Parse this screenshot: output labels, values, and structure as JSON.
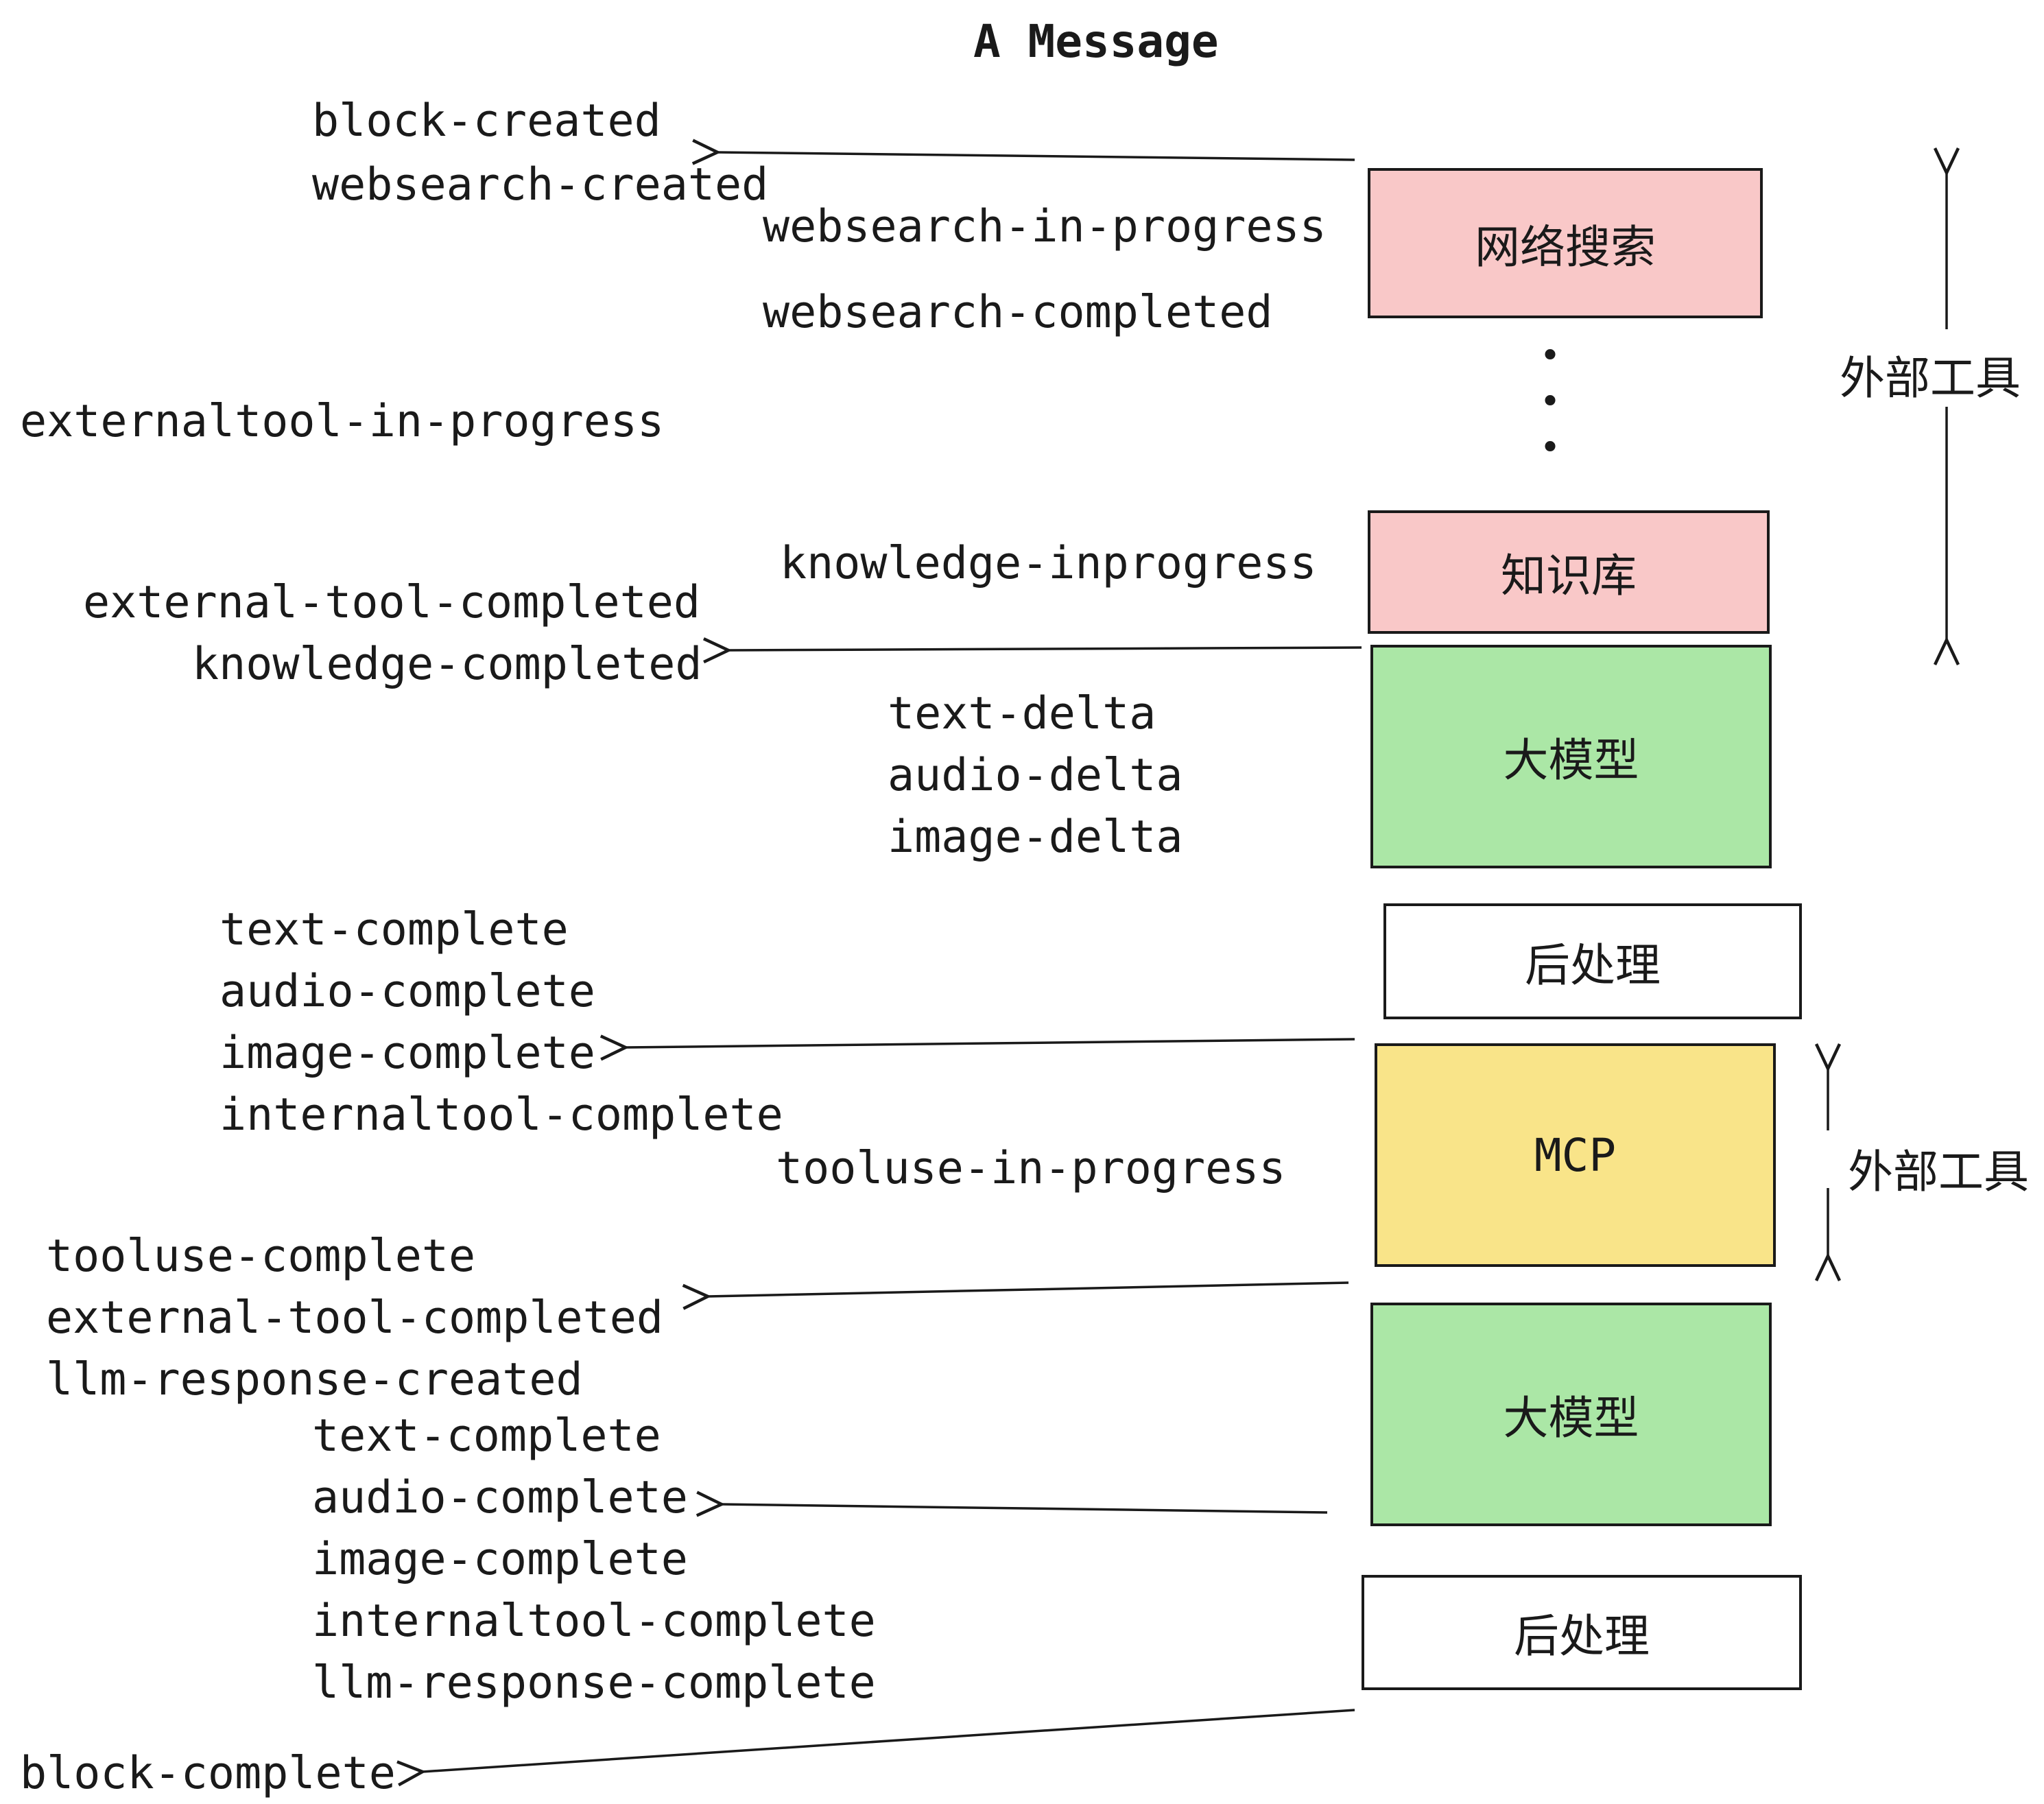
{
  "title": "A Message",
  "events": [
    "block-created",
    "websearch-created",
    "websearch-in-progress",
    "websearch-completed",
    "externaltool-in-progress",
    "knowledge-inprogress",
    "external-tool-completed",
    "knowledge-completed",
    "text-delta",
    "audio-delta",
    "image-delta",
    "text-complete",
    "audio-complete",
    "image-complete",
    "internaltool-complete",
    "tooluse-in-progress",
    "tooluse-complete",
    "external-tool-completed",
    "llm-response-created",
    "text-complete",
    "audio-complete",
    "image-complete",
    "internaltool-complete",
    "llm-response-complete",
    "block-complete"
  ],
  "boxes": [
    {
      "label": "网络搜索",
      "color": "#f9c8c8"
    },
    {
      "label": "知识库",
      "color": "#f9c8c8"
    },
    {
      "label": "大模型",
      "color": "#abe7a6"
    },
    {
      "label": "后处理",
      "color": "#ffffff"
    },
    {
      "label": "MCP",
      "color": "#f9e489"
    },
    {
      "label": "大模型",
      "color": "#abe7a6"
    },
    {
      "label": "后处理",
      "color": "#ffffff"
    }
  ],
  "side_labels": [
    {
      "text": "外部工具"
    },
    {
      "text": "外部工具"
    }
  ],
  "dots": [
    "•",
    "•",
    "•"
  ],
  "colors": {
    "pink": "#f9c8c8",
    "green": "#abe7a6",
    "yellow": "#f9e489",
    "white": "#ffffff",
    "line": "#1a1a1a",
    "text": "#1a1a1a",
    "background": "#ffffff"
  }
}
